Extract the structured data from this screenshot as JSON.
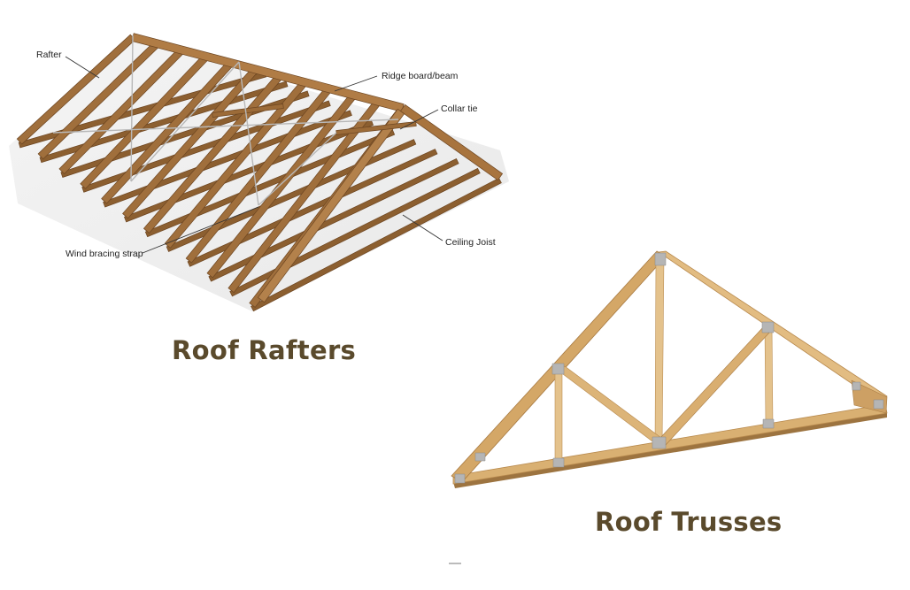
{
  "rafters_section": {
    "labels": {
      "rafter": "Rafter",
      "ridge_board": "Ridge board/beam",
      "collar_tie": "Collar tie",
      "wind_bracing": "Wind bracing strap",
      "ceiling_joist": "Ceiling Joist"
    },
    "title": "Roof Rafters"
  },
  "trusses_section": {
    "title": "Roof Trusses"
  },
  "colors": {
    "title_text": "#5a4a2c",
    "rafter_wood": "#a06f3c",
    "truss_wood": "#dcb478"
  }
}
